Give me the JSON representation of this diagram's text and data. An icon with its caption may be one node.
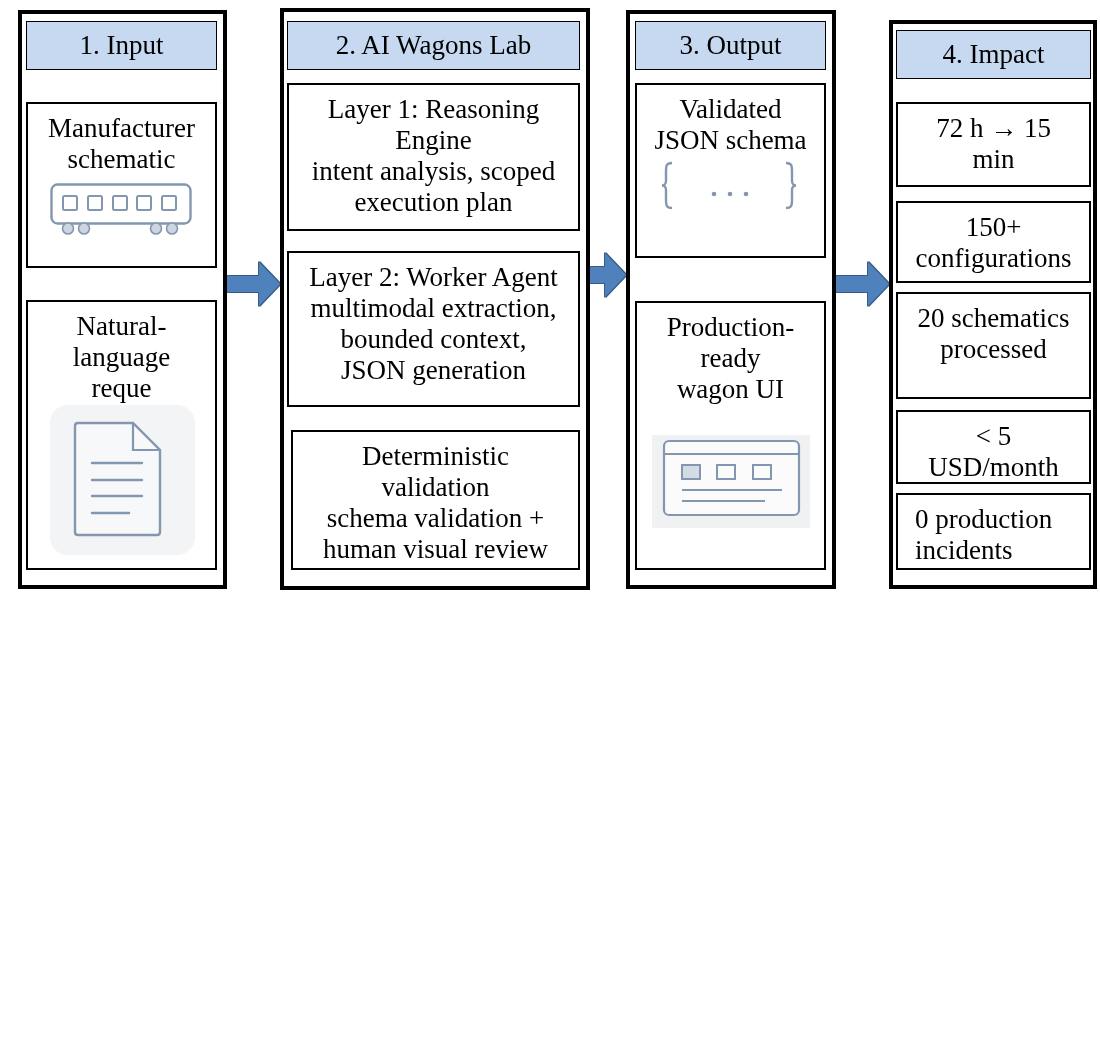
{
  "diagram": {
    "nodes": [
      {
        "text": [],
        "shape": "box"
      },
      {
        "text": [
          "1. Input"
        ],
        "in": 0
      },
      {
        "text": [
          "Manufacturer schematic"
        ],
        "in": 0
      },
      {
        "text": [
          "Natural-language reque"
        ],
        "in": 0
      },
      {
        "text": [],
        "shape": "box"
      },
      {
        "text": [
          "2. AI Wagons Lab"
        ],
        "in": 4
      },
      {
        "text": [
          "Layer 1: Reasoning Engine",
          "intent analysis, scoped execution plan"
        ],
        "in": 4
      },
      {
        "text": [
          "Layer 2: Worker Agent",
          "multimodal extraction, bounded context, JSON generation"
        ],
        "in": 4
      },
      {
        "text": [
          "Deterministic validation",
          "schema validation + human visual review"
        ],
        "in": 4
      },
      {
        "text": [],
        "shape": "box"
      },
      {
        "text": [
          "3. Output"
        ],
        "in": 9
      },
      {
        "text": [
          "Validated JSON schema"
        ],
        "in": 9
      },
      {
        "text": [
          "Production-ready wagon UI"
        ],
        "in": 9
      },
      {
        "text": [],
        "shape": "box"
      },
      {
        "text": [
          "4. Impact"
        ],
        "in": 13
      },
      {
        "text": [
          "72 h → 15 min"
        ],
        "in": 13
      },
      {
        "text": [
          "150+ configurations"
        ],
        "in": 13
      },
      {
        "text": [
          "20 schematics processed"
        ],
        "in": 13
      },
      {
        "text": [
          "< 5 USD/month"
        ],
        "in": 13
      },
      {
        "text": [
          "0 production incidents"
        ],
        "in": 13
      }
    ],
    "edges": [
      {
        "from": 0,
        "to": 4,
        "arrow": "to"
      },
      {
        "from": 4,
        "to": 9,
        "arrow": "to"
      },
      {
        "from": 9,
        "to": 13,
        "arrow": "to"
      }
    ]
  }
}
